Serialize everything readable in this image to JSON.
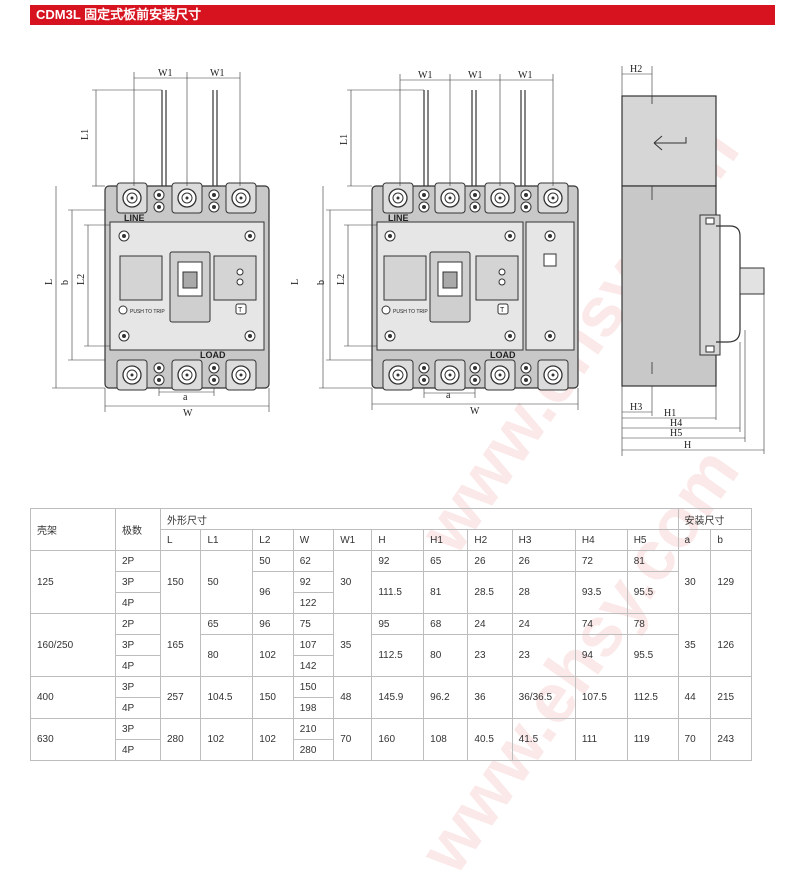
{
  "header": {
    "title": "CDM3L 固定式板前安装尺寸"
  },
  "drawing": {
    "dims": {
      "W1": "W1",
      "L1": "L1",
      "L2": "L2",
      "L": "L",
      "b": "b",
      "a": "a",
      "W": "W",
      "H": "H",
      "H1": "H1",
      "H2": "H2",
      "H3": "H3",
      "H4": "H4",
      "H5": "H5"
    },
    "panel_text": {
      "line": "LINE",
      "load": "LOAD",
      "push_to_trip": "PUSH TO TRIP",
      "t": "T"
    }
  },
  "watermark": "www.ehsy.com",
  "table": {
    "headers": {
      "frame": "壳架",
      "poles": "极数",
      "outline": "外形尺寸",
      "mount": "安装尺寸",
      "cols": [
        "L",
        "L1",
        "L2",
        "W",
        "W1",
        "H",
        "H1",
        "H2",
        "H3",
        "H4",
        "H5",
        "a",
        "b"
      ]
    },
    "rows": [
      {
        "c": [
          "125",
          "2P",
          "150",
          "50",
          "50",
          "62",
          "30",
          "92",
          "65",
          "26",
          "26",
          "72",
          "81",
          "30",
          "129"
        ]
      },
      {
        "c": [
          "3P",
          "96",
          "92",
          "111.5",
          "81",
          "28.5",
          "28",
          "93.5",
          "95.5"
        ]
      },
      {
        "c": [
          "4P",
          "122"
        ]
      },
      {
        "c": [
          "160/250",
          "2P",
          "165",
          "65",
          "96",
          "75",
          "35",
          "95",
          "68",
          "24",
          "24",
          "74",
          "78",
          "35",
          "126"
        ]
      },
      {
        "c": [
          "3P",
          "80",
          "102",
          "107",
          "112.5",
          "80",
          "23",
          "23",
          "94",
          "95.5"
        ]
      },
      {
        "c": [
          "4P",
          "142"
        ]
      },
      {
        "c": [
          "400",
          "3P",
          "257",
          "104.5",
          "150",
          "150",
          "48",
          "145.9",
          "96.2",
          "36",
          "36/36.5",
          "107.5",
          "112.5",
          "44",
          "215"
        ]
      },
      {
        "c": [
          "4P",
          "198"
        ]
      },
      {
        "c": [
          "630",
          "3P",
          "280",
          "102",
          "102",
          "210",
          "70",
          "160",
          "108",
          "40.5",
          "41.5",
          "111",
          "119",
          "70",
          "243"
        ]
      },
      {
        "c": [
          "4P",
          "280"
        ]
      }
    ]
  }
}
